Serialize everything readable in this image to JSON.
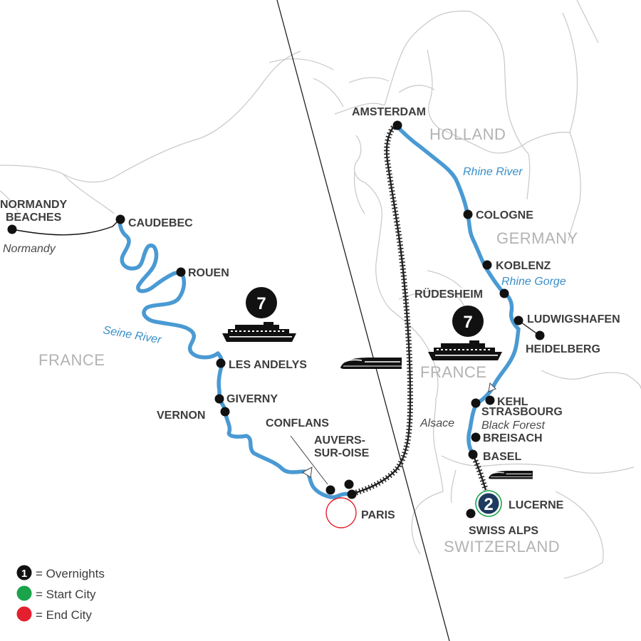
{
  "countries": {
    "france_west": "FRANCE",
    "holland": "HOLLAND",
    "germany": "GERMANY",
    "france_east": "FRANCE",
    "switzerland": "SWITZERLAND"
  },
  "rivers": {
    "seine": "Seine River",
    "rhine": "Rhine River",
    "rhine_gorge": "Rhine Gorge"
  },
  "regions": {
    "normandy": "Normandy",
    "alsace": "Alsace",
    "black_forest": "Black Forest"
  },
  "cities": {
    "normandy_beaches_1": "NORMANDY",
    "normandy_beaches_2": "BEACHES",
    "caudebec": "CAUDEBEC",
    "rouen": "ROUEN",
    "les_andelys": "LES ANDELYS",
    "giverny": "GIVERNY",
    "vernon": "VERNON",
    "conflans": "CONFLANS",
    "auvers_1": "AUVERS-",
    "auvers_2": "SUR-OISE",
    "paris": "PARIS",
    "amsterdam": "AMSTERDAM",
    "cologne": "COLOGNE",
    "koblenz": "KOBLENZ",
    "rudesheim": "RÜDESHEIM",
    "ludwigshafen": "LUDWIGSHAFEN",
    "heidelberg": "HEIDELBERG",
    "kehl": "KEHL",
    "strasbourg": "STRASBOURG",
    "breisach": "BREISACH",
    "basel": "BASEL",
    "lucerne": "LUCERNE",
    "swiss_alps": "SWISS ALPS"
  },
  "badges": {
    "seine_cruise_nights": "7",
    "rhine_cruise_nights": "7",
    "lucerne_nights": "2"
  },
  "legend": {
    "items": [
      {
        "symbol": "1",
        "label": "= Overnights",
        "color": "#111111"
      },
      {
        "symbol": "",
        "label": "= Start City",
        "color": "#1aa34a"
      },
      {
        "symbol": "",
        "label": "= End City",
        "color": "#e5202e"
      }
    ]
  },
  "colors": {
    "route": "#4a9ad3",
    "start": "#1aa34a",
    "end": "#e5202e",
    "badge_dark": "#111111",
    "badge_navy": "#1d3a5f"
  },
  "icons": {
    "ship": "ship-icon",
    "train": "train-icon"
  }
}
